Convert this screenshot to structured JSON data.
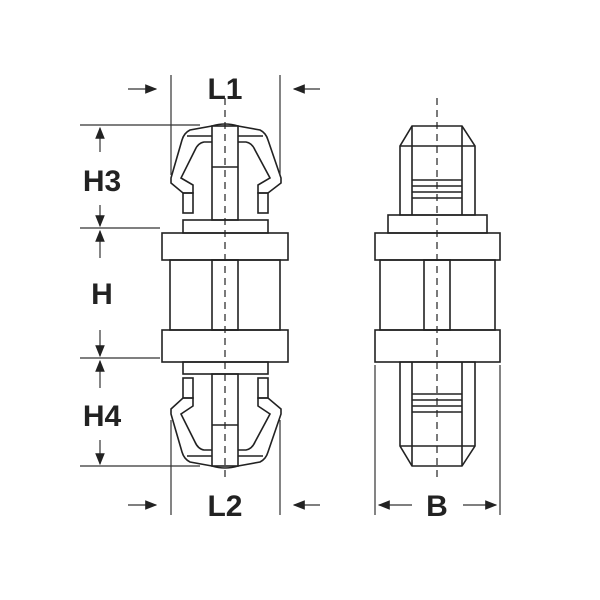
{
  "labels": {
    "l1": "L1",
    "l2": "L2",
    "h3": "H3",
    "h": "H",
    "h4": "H4",
    "b": "B"
  }
}
